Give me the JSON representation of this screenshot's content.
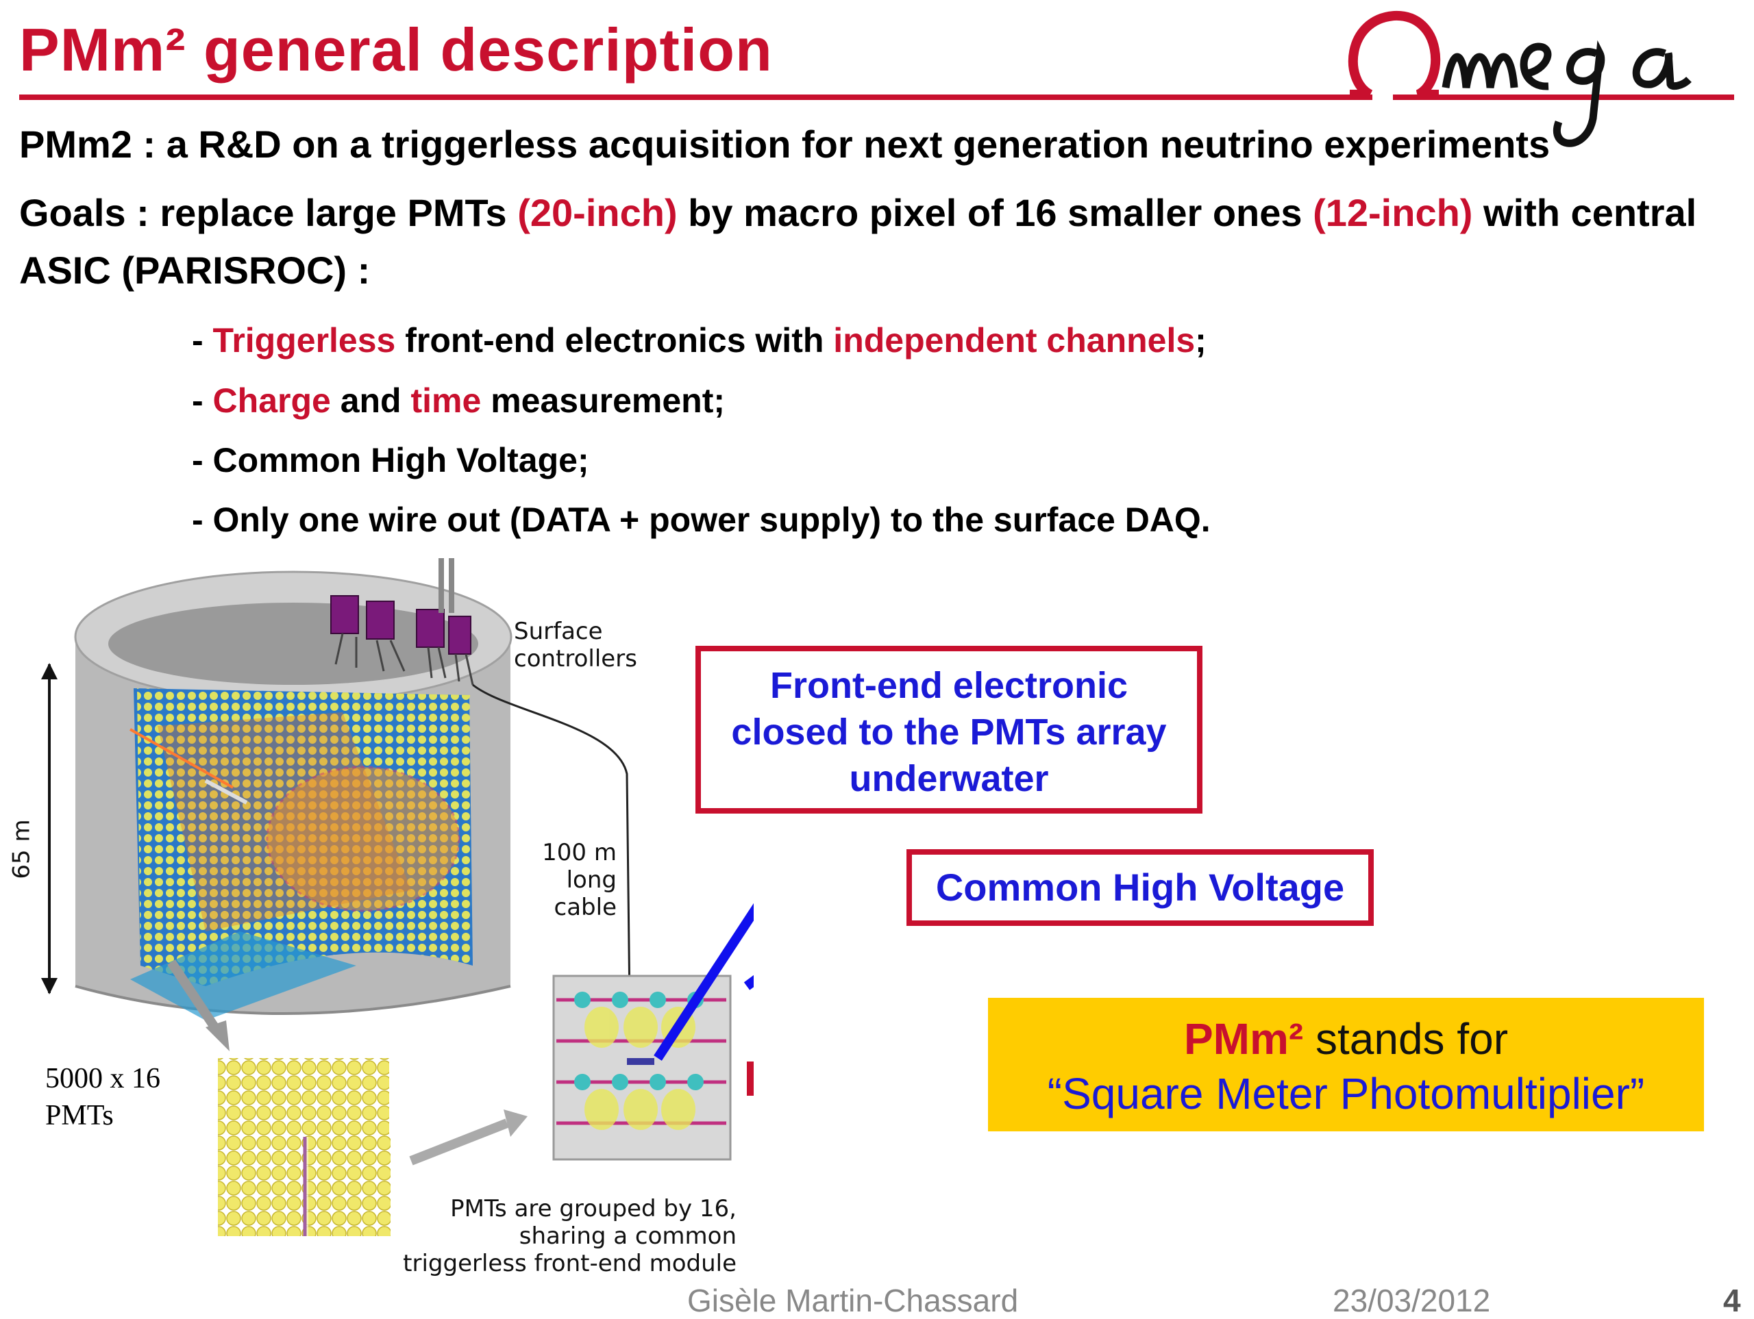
{
  "header": {
    "title": "PMm² general description",
    "logo_text": "Omega"
  },
  "intro": {
    "line1": "PMm2 : a R&D on a triggerless acquisition for next generation neutrino experiments",
    "goals_a": "Goals : replace large PMTs ",
    "goals_b": "(20-inch)",
    "goals_c": " by macro pixel of 16 smaller ones ",
    "goals_d": "(12-inch)",
    "goals_e": " with central",
    "goals_f": "ASIC (PARISROC) :"
  },
  "bullets": [
    {
      "a": "- ",
      "b": "Triggerless",
      "c": " front-end electronics with ",
      "d": "independent channels",
      "e": ";"
    },
    {
      "a": "- ",
      "b": "Charge",
      "c": " and ",
      "d": "time",
      "e": " measurement;"
    },
    {
      "a": "- Common High Voltage;"
    },
    {
      "a": "- Only one wire out (DATA + power supply) to the surface DAQ."
    }
  ],
  "diagram": {
    "surface_1": "Surface",
    "surface_2": "controllers",
    "height": "65 m",
    "cable_1": "100 m",
    "cable_2": "long",
    "cable_3": "cable",
    "pmts_1": "5000 x 16",
    "pmts_2": "PMTs",
    "group_1": "PMTs are grouped by 16,",
    "group_2": "sharing a common",
    "group_3": "triggerless front-end module"
  },
  "boxes": {
    "fe_1": "Front-end electronic",
    "fe_2": "closed to the PMTs array",
    "fe_3": "underwater",
    "hv": "Common High Voltage",
    "pm_a": "PMm²",
    "pm_b": " stands for",
    "pm_c": "“Square Meter Photomultiplier”"
  },
  "footer": {
    "author": "Gisèle Martin-Chassard",
    "date": "23/03/2012",
    "page": "4"
  },
  "colors": {
    "accent_red": "#c8102e",
    "blue": "#1a1ad6",
    "yellow": "#ffcc00"
  }
}
